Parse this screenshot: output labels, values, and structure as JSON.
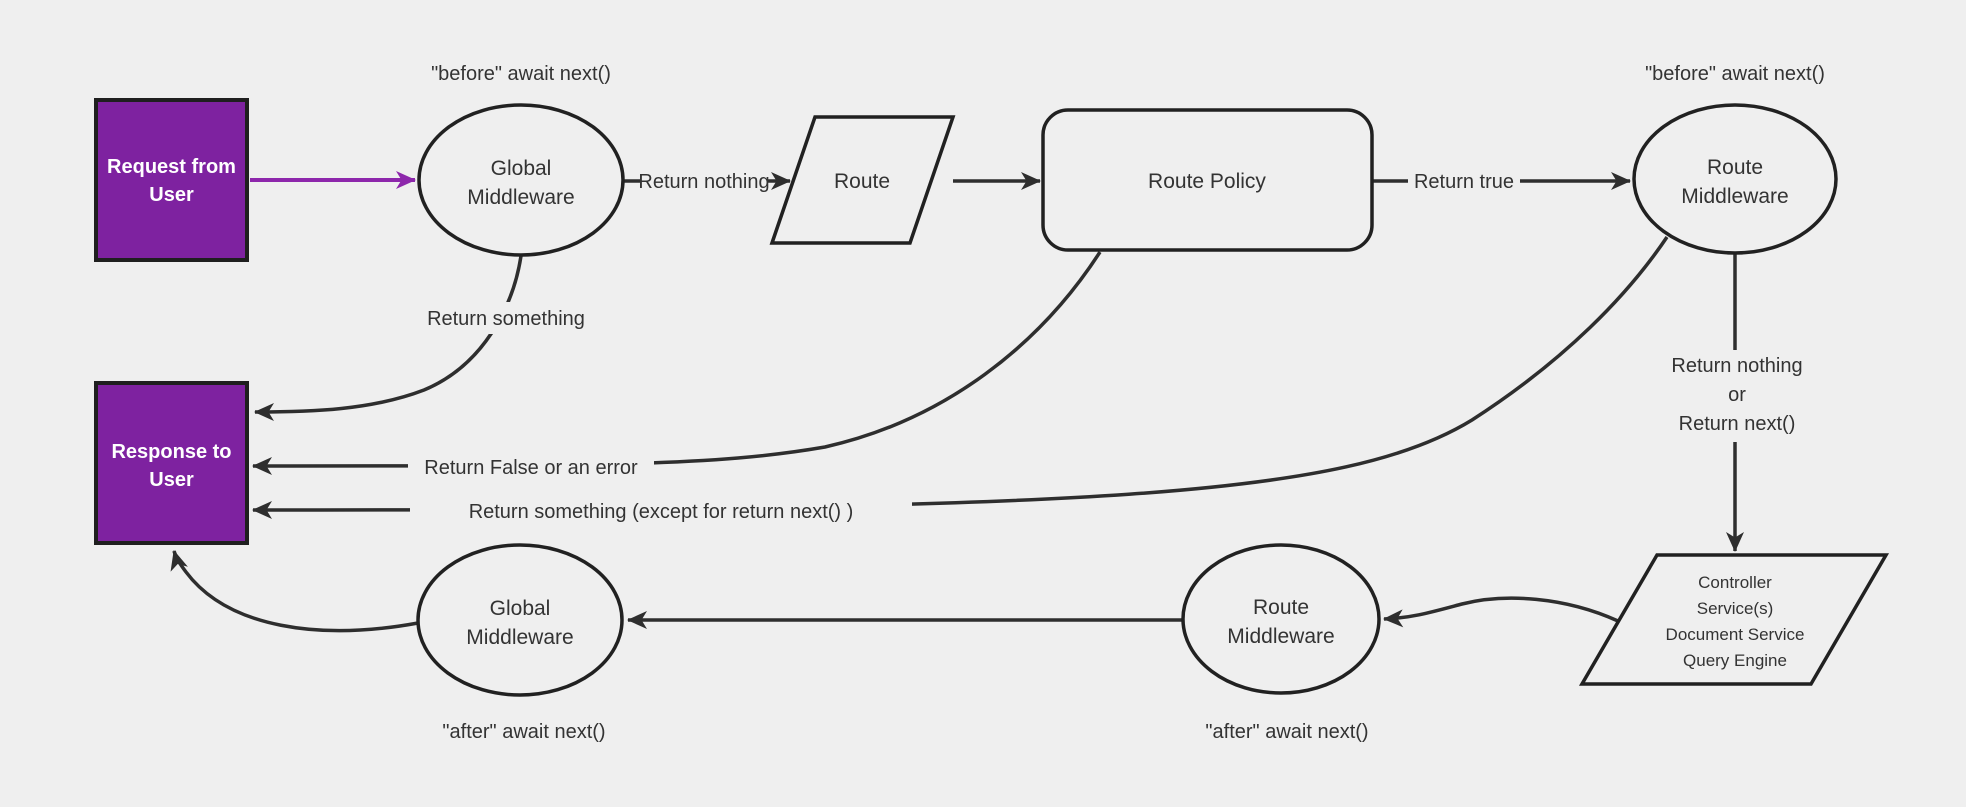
{
  "colors": {
    "background": "#efefef",
    "node_stroke": "#212121",
    "edge_stroke": "#2e2e2e",
    "text": "#333333",
    "accent_purple": "#7e22a0",
    "arrow_purple": "#8d27ab",
    "box_text": "#ffffff"
  },
  "nodes": {
    "request": {
      "lines": [
        "Request from",
        "User"
      ]
    },
    "global_middleware_top": {
      "lines": [
        "Global",
        "Middleware"
      ]
    },
    "route": {
      "label": "Route"
    },
    "route_policy": {
      "label": "Route Policy"
    },
    "route_middleware_top": {
      "lines": [
        "Route",
        "Middleware"
      ]
    },
    "services": {
      "lines": [
        "Controller",
        "Service(s)",
        "Document Service",
        "Query Engine"
      ]
    },
    "route_middleware_bottom": {
      "lines": [
        "Route",
        "Middleware"
      ]
    },
    "global_middleware_bottom": {
      "lines": [
        "Global",
        "Middleware"
      ]
    },
    "response": {
      "lines": [
        "Response to",
        "User"
      ]
    }
  },
  "edge_labels": {
    "before_global": "\"before\" await next()",
    "before_route": "\"before\" await next()",
    "return_nothing": "Return nothing",
    "return_true": "Return true",
    "return_something": "Return something",
    "return_false_or_error": "Return False or an error",
    "return_something_except": "Return something (except for return next() )",
    "return_nothing_or": [
      "Return nothing",
      "or",
      "Return next()"
    ],
    "after_route": "\"after\" await next()",
    "after_global": "\"after\" await next()"
  }
}
